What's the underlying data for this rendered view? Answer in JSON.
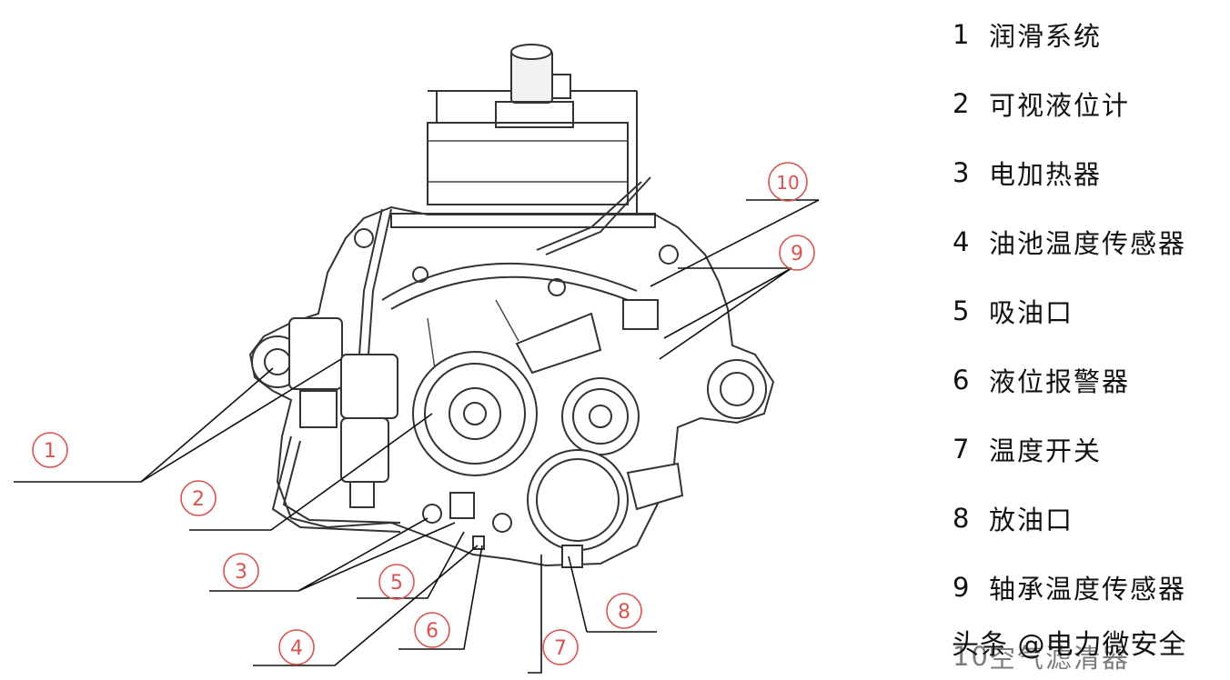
{
  "legend": {
    "items": [
      {
        "number": "1",
        "label": "润滑系统"
      },
      {
        "number": "2",
        "label": "可视液位计"
      },
      {
        "number": "3",
        "label": "电加热器"
      },
      {
        "number": "4",
        "label": "油池温度传感器"
      },
      {
        "number": "5",
        "label": "吸油口"
      },
      {
        "number": "6",
        "label": "液位报警器"
      },
      {
        "number": "7",
        "label": "温度开关"
      },
      {
        "number": "8",
        "label": "放油口"
      },
      {
        "number": "9",
        "label": "轴承温度传感器"
      },
      {
        "number": "10",
        "label": "空气滤清器"
      }
    ]
  },
  "callouts": [
    "1",
    "2",
    "3",
    "4",
    "5",
    "6",
    "7",
    "8",
    "9",
    "10"
  ],
  "watermark": "头条 @电力微安全",
  "colors": {
    "callout": "#d9534f",
    "line": "#333333"
  }
}
